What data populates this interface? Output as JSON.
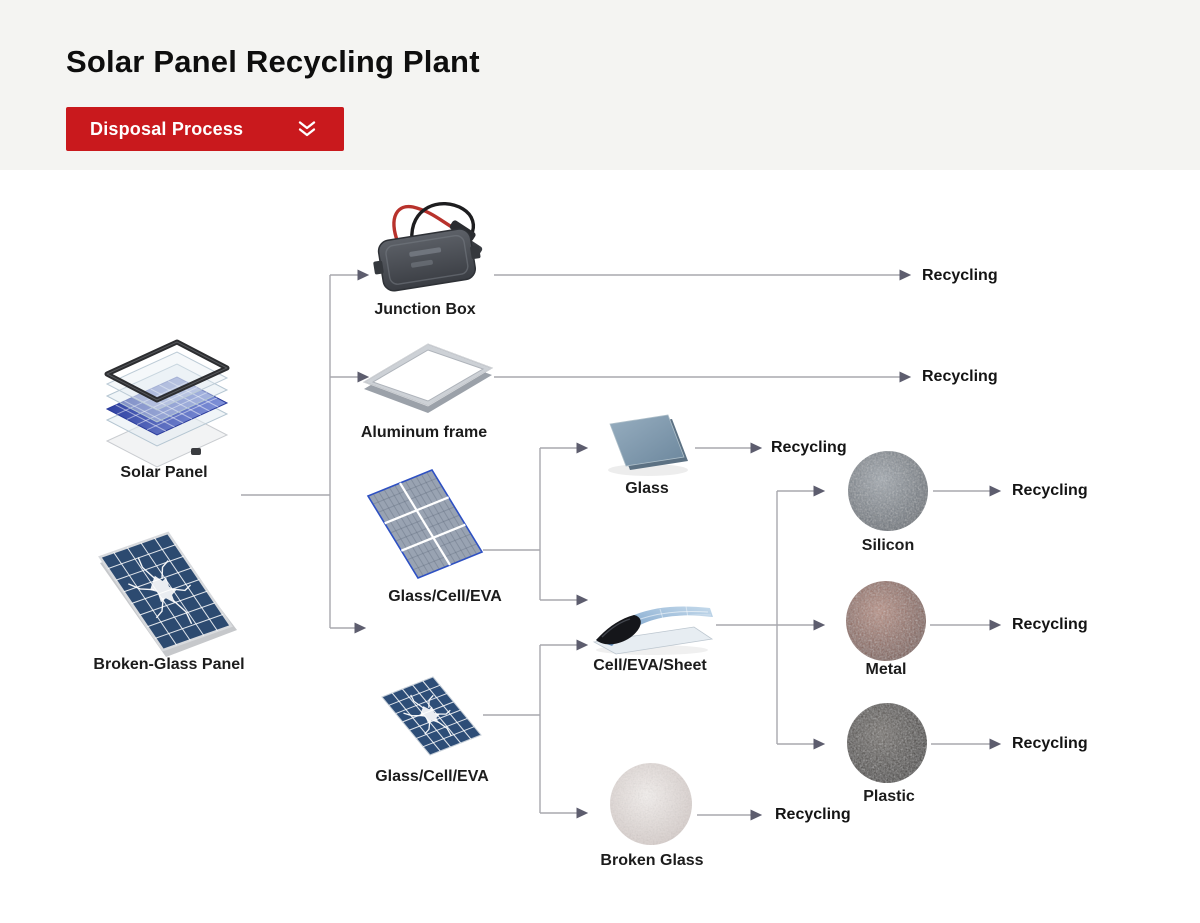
{
  "header": {
    "title": "Solar Panel Recycling Plant",
    "dropdown": {
      "label": "Disposal Process",
      "icon": "chevron-double-down"
    }
  },
  "diagram": {
    "inputs": [
      {
        "id": "solar-panel",
        "label": "Solar Panel"
      },
      {
        "id": "broken-glass-panel",
        "label": "Broken-Glass Panel"
      }
    ],
    "stage1": [
      {
        "id": "junction-box",
        "label": "Junction Box",
        "output": "Recycling"
      },
      {
        "id": "aluminum-frame",
        "label": "Aluminum frame",
        "output": "Recycling"
      },
      {
        "id": "glass-cell-eva-top",
        "label": "Glass/Cell/EVA"
      },
      {
        "id": "glass-cell-eva-bottom",
        "label": "Glass/Cell/EVA"
      }
    ],
    "stage2": [
      {
        "id": "glass",
        "label": "Glass",
        "output": "Recycling"
      },
      {
        "id": "cell-eva-sheet",
        "label": "Cell/EVA/Sheet"
      },
      {
        "id": "broken-glass",
        "label": "Broken Glass",
        "output": "Recycling"
      }
    ],
    "stage3": [
      {
        "id": "silicon",
        "label": "Silicon",
        "output": "Recycling"
      },
      {
        "id": "metal",
        "label": "Metal",
        "output": "Recycling"
      },
      {
        "id": "plastic",
        "label": "Plastic",
        "output": "Recycling"
      }
    ]
  },
  "colors": {
    "accent_red": "#c9191d",
    "header_bg": "#f4f4f2",
    "connector_line": "#a8a8ae",
    "arrowhead": "#5d5d6e",
    "label_text": "#1c1c1c"
  }
}
